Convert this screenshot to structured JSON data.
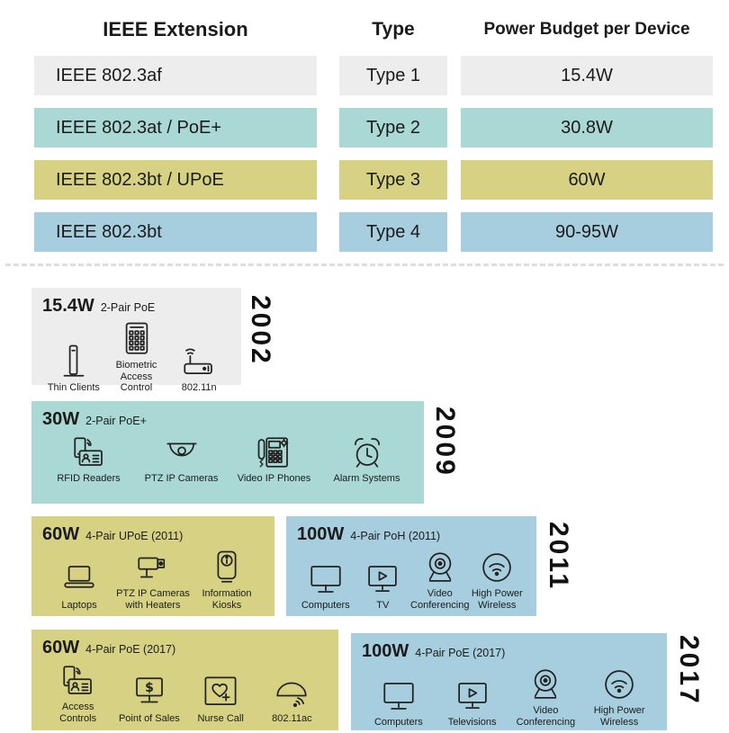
{
  "table": {
    "headers": {
      "extension": "IEEE Extension",
      "type": "Type",
      "power": "Power Budget per Device"
    },
    "rows": [
      {
        "extension": "IEEE 802.3af",
        "type": "Type 1",
        "power": "15.4W",
        "color": "#ededed"
      },
      {
        "extension": "IEEE 802.3at / PoE+",
        "type": "Type 2",
        "power": "30.8W",
        "color": "#a9d8d5"
      },
      {
        "extension": "IEEE 802.3bt / UPoE",
        "type": "Type 3",
        "power": "60W",
        "color": "#d7d283"
      },
      {
        "extension": "IEEE 802.3bt",
        "type": "Type 4",
        "power": "90-95W",
        "color": "#a6cedf"
      }
    ]
  },
  "timeline": [
    {
      "year": "2002",
      "panels": [
        {
          "wattage": "15.4W",
          "standard": "2-Pair PoE",
          "color": "#ededed",
          "devices": [
            {
              "label": "Thin Clients",
              "icon": "thin-client-icon"
            },
            {
              "label": "Biometric Access Control",
              "icon": "biometric-access-control-icon"
            },
            {
              "label": "802.11n",
              "icon": "wireless-router-icon"
            }
          ]
        }
      ]
    },
    {
      "year": "2009",
      "panels": [
        {
          "wattage": "30W",
          "standard": "2-Pair PoE+",
          "color": "#a9d8d5",
          "devices": [
            {
              "label": "RFID Readers",
              "icon": "rfid-reader-icon"
            },
            {
              "label": "PTZ IP Cameras",
              "icon": "dome-camera-icon"
            },
            {
              "label": "Video IP Phones",
              "icon": "video-ip-phone-icon"
            },
            {
              "label": "Alarm Systems",
              "icon": "alarm-clock-icon"
            }
          ]
        }
      ]
    },
    {
      "year": "2011",
      "panels": [
        {
          "wattage": "60W",
          "standard": "4-Pair UPoE (2011)",
          "color": "#d7d283",
          "devices": [
            {
              "label": "Laptops",
              "icon": "laptop-icon"
            },
            {
              "label": "PTZ IP Cameras with Heaters",
              "icon": "ptz-camera-icon"
            },
            {
              "label": "Information Kiosks",
              "icon": "information-kiosk-icon"
            }
          ]
        },
        {
          "wattage": "100W",
          "standard": "4-Pair PoH (2011)",
          "color": "#a6cedf",
          "devices": [
            {
              "label": "Computers",
              "icon": "computer-monitor-icon"
            },
            {
              "label": "TV",
              "icon": "tv-icon"
            },
            {
              "label": "Video Conferencing",
              "icon": "webcam-icon"
            },
            {
              "label": "High Power Wireless",
              "icon": "high-power-wireless-icon"
            }
          ]
        }
      ]
    },
    {
      "year": "2017",
      "panels": [
        {
          "wattage": "60W",
          "standard": "4-Pair PoE (2017)",
          "color": "#d7d283",
          "devices": [
            {
              "label": "Access Controls",
              "icon": "access-control-icon"
            },
            {
              "label": "Point of Sales",
              "icon": "point-of-sale-icon"
            },
            {
              "label": "Nurse Call",
              "icon": "nurse-call-icon"
            },
            {
              "label": "802.11ac",
              "icon": "wireless-ap-icon"
            }
          ]
        },
        {
          "wattage": "100W",
          "standard": "4-Pair PoE (2017)",
          "color": "#a6cedf",
          "devices": [
            {
              "label": "Computers",
              "icon": "computer-monitor-icon"
            },
            {
              "label": "Televisions",
              "icon": "tv-icon"
            },
            {
              "label": "Video Conferencing",
              "icon": "webcam-icon"
            },
            {
              "label": "High Power Wireless",
              "icon": "high-power-wireless-icon"
            }
          ]
        }
      ]
    }
  ]
}
